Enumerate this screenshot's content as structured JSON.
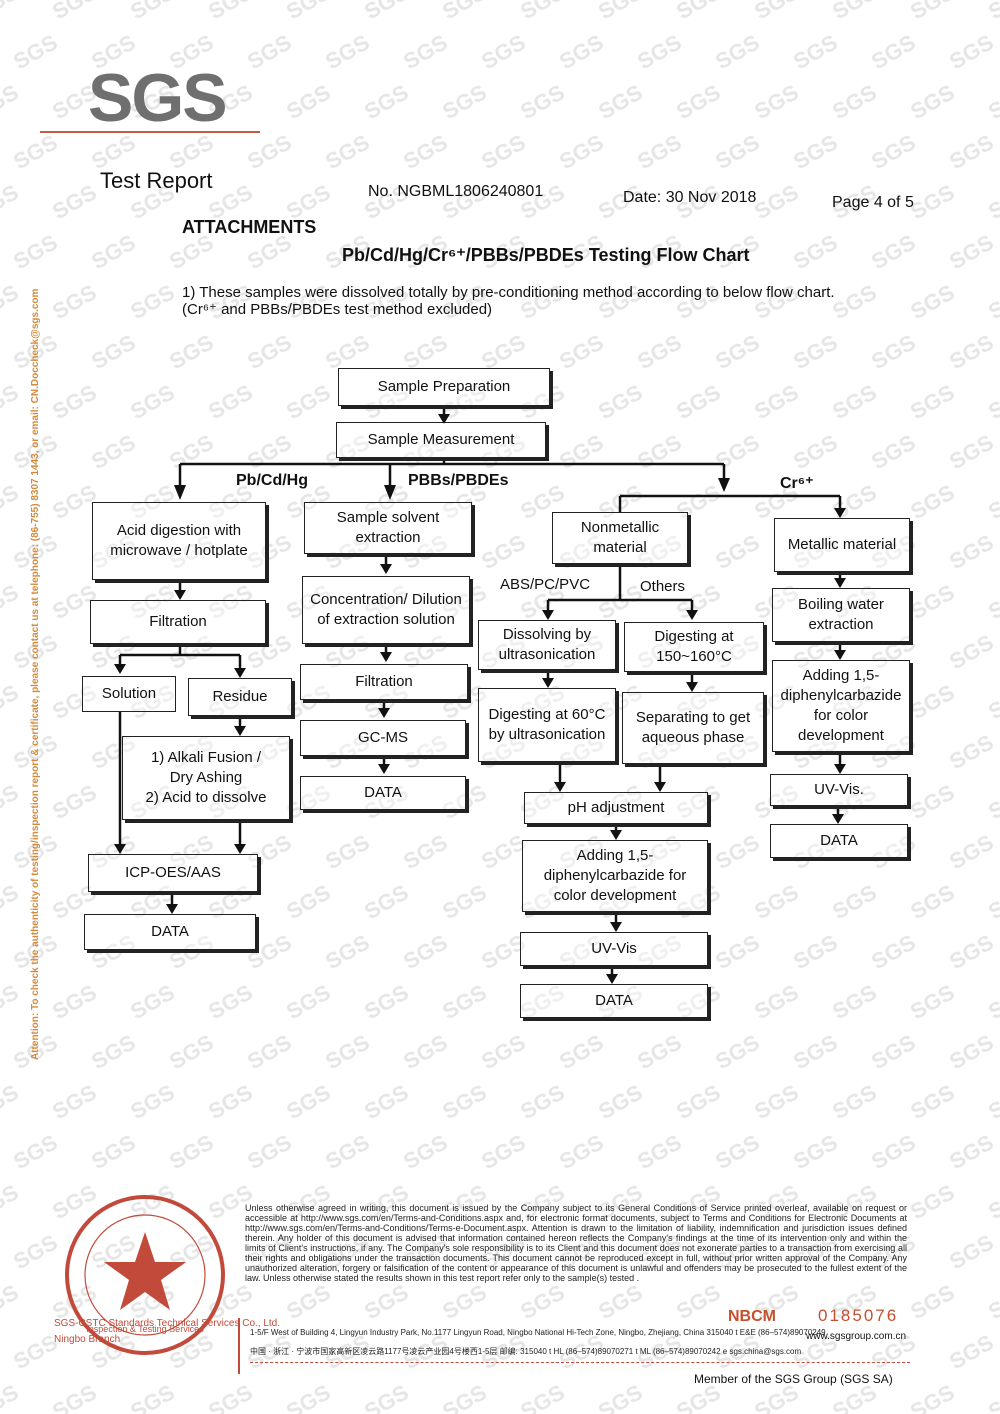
{
  "header": {
    "logo": "SGS",
    "report_title": "Test Report",
    "report_no": "No. NGBML1806240801",
    "date": "Date: 30 Nov 2018",
    "page": "Page 4 of 5"
  },
  "attachments": {
    "heading": "ATTACHMENTS",
    "chart_title": "Pb/Cd/Hg/Cr⁶⁺/PBBs/PBDEs Testing Flow Chart",
    "intro_line1": "1) These samples were dissolved totally by pre-conditioning method according to below flow chart.",
    "intro_line2": "(Cr⁶⁺ and PBBs/PBDEs test method excluded)"
  },
  "side_note": "Attention: To check the authenticity of testing/inspection report & certificate, please contact us at telephone: (86-755) 8307 1443, or email: CN.Doccheck@sgs.com",
  "flow": {
    "sample_preparation": "Sample Preparation",
    "sample_measurement": "Sample Measurement",
    "branch_labels": {
      "pbcdhg": "Pb/Cd/Hg",
      "pbbs": "PBBs/PBDEs",
      "cr": "Cr⁶⁺"
    },
    "pbcdhg": {
      "acid_digestion": "Acid digestion with microwave / hotplate",
      "filtration": "Filtration",
      "solution": "Solution",
      "residue": "Residue",
      "alkali_line1": "1) Alkali Fusion /",
      "alkali_line2": "Dry Ashing",
      "alkali_line3": "2) Acid to dissolve",
      "icp": "ICP-OES/AAS",
      "data": "DATA"
    },
    "pbbs": {
      "solvent": "Sample solvent extraction",
      "concentration": "Concentration/ Dilution of extraction solution",
      "filtration": "Filtration",
      "gcms": "GC-MS",
      "data": "DATA"
    },
    "nonmetal": {
      "material": "Nonmetallic material",
      "abs_label": "ABS/PC/PVC",
      "others_label": "Others",
      "dissolving": "Dissolving by ultrasonication",
      "digesting150": "Digesting at 150~160°C",
      "digesting60": "Digesting at 60°C by ultrasonication",
      "separating": "Separating to get aqueous phase",
      "ph": "pH adjustment",
      "adding": "Adding 1,5-diphenylcarbazide for color development",
      "uvvis": "UV-Vis",
      "data": "DATA"
    },
    "metal": {
      "material": "Metallic material",
      "boiling": "Boiling water extraction",
      "adding": "Adding 1,5-diphenylcarbazide for color development",
      "uvvis": "UV-Vis.",
      "data": "DATA"
    }
  },
  "footer": {
    "legal": "Unless otherwise agreed in writing, this document is issued by the Company subject to its General Conditions of Service printed overleaf, available on request or accessible at http://www.sgs.com/en/Terms-and-Conditions.aspx and, for electronic format documents, subject to Terms and Conditions for Electronic Documents at http://www.sgs.com/en/Terms-and-Conditions/Terms-e-Document.aspx. Attention is drawn to the limitation of liability, indemnification and jurisdiction issues defined therein. Any holder of this document is advised that information contained hereon reflects the Company's findings at the time of its intervention only and within the limits of Client's instructions, if any. The Company's sole responsibility is to its Client and this document does not exonerate parties to a transaction from exercising all their rights and obligations under the transaction documents. This document cannot be reproduced except in full, without prior written approval of the Company. Any unauthorized alteration, forgery or falsification of the content or appearance of this document is unlawful and offenders may be prosecuted to the fullest extent of the law. Unless otherwise stated the results shown in this test report refer only to the sample(s) tested .",
    "company": "SGS-CSTC Standards Technical Services Co., Ltd.",
    "branch": "Ningbo Branch",
    "address_en": "1-5/F West of Building 4, Lingyun Industry Park, No.1177 Lingyun Road, Ningbo National Hi-Tech Zone, Ningbo, Zhejiang, China   315040   t E&E (86–574)89070249",
    "address_cn": "中国 · 浙江 · 宁波市国家高新区凌云路1177号凌云产业园4号楼西1-5层        邮编: 315040   t HL   (86–574)89070271   t ML  (86–574)89070242   e  sgs.china@sgs.com",
    "nbcm": "NBCM",
    "serial": "0185076",
    "website": "www.sgsgroup.com.cn",
    "member": "Member of the SGS Group (SGS SA)",
    "stamp_text": "Inspection & Testing Services"
  }
}
